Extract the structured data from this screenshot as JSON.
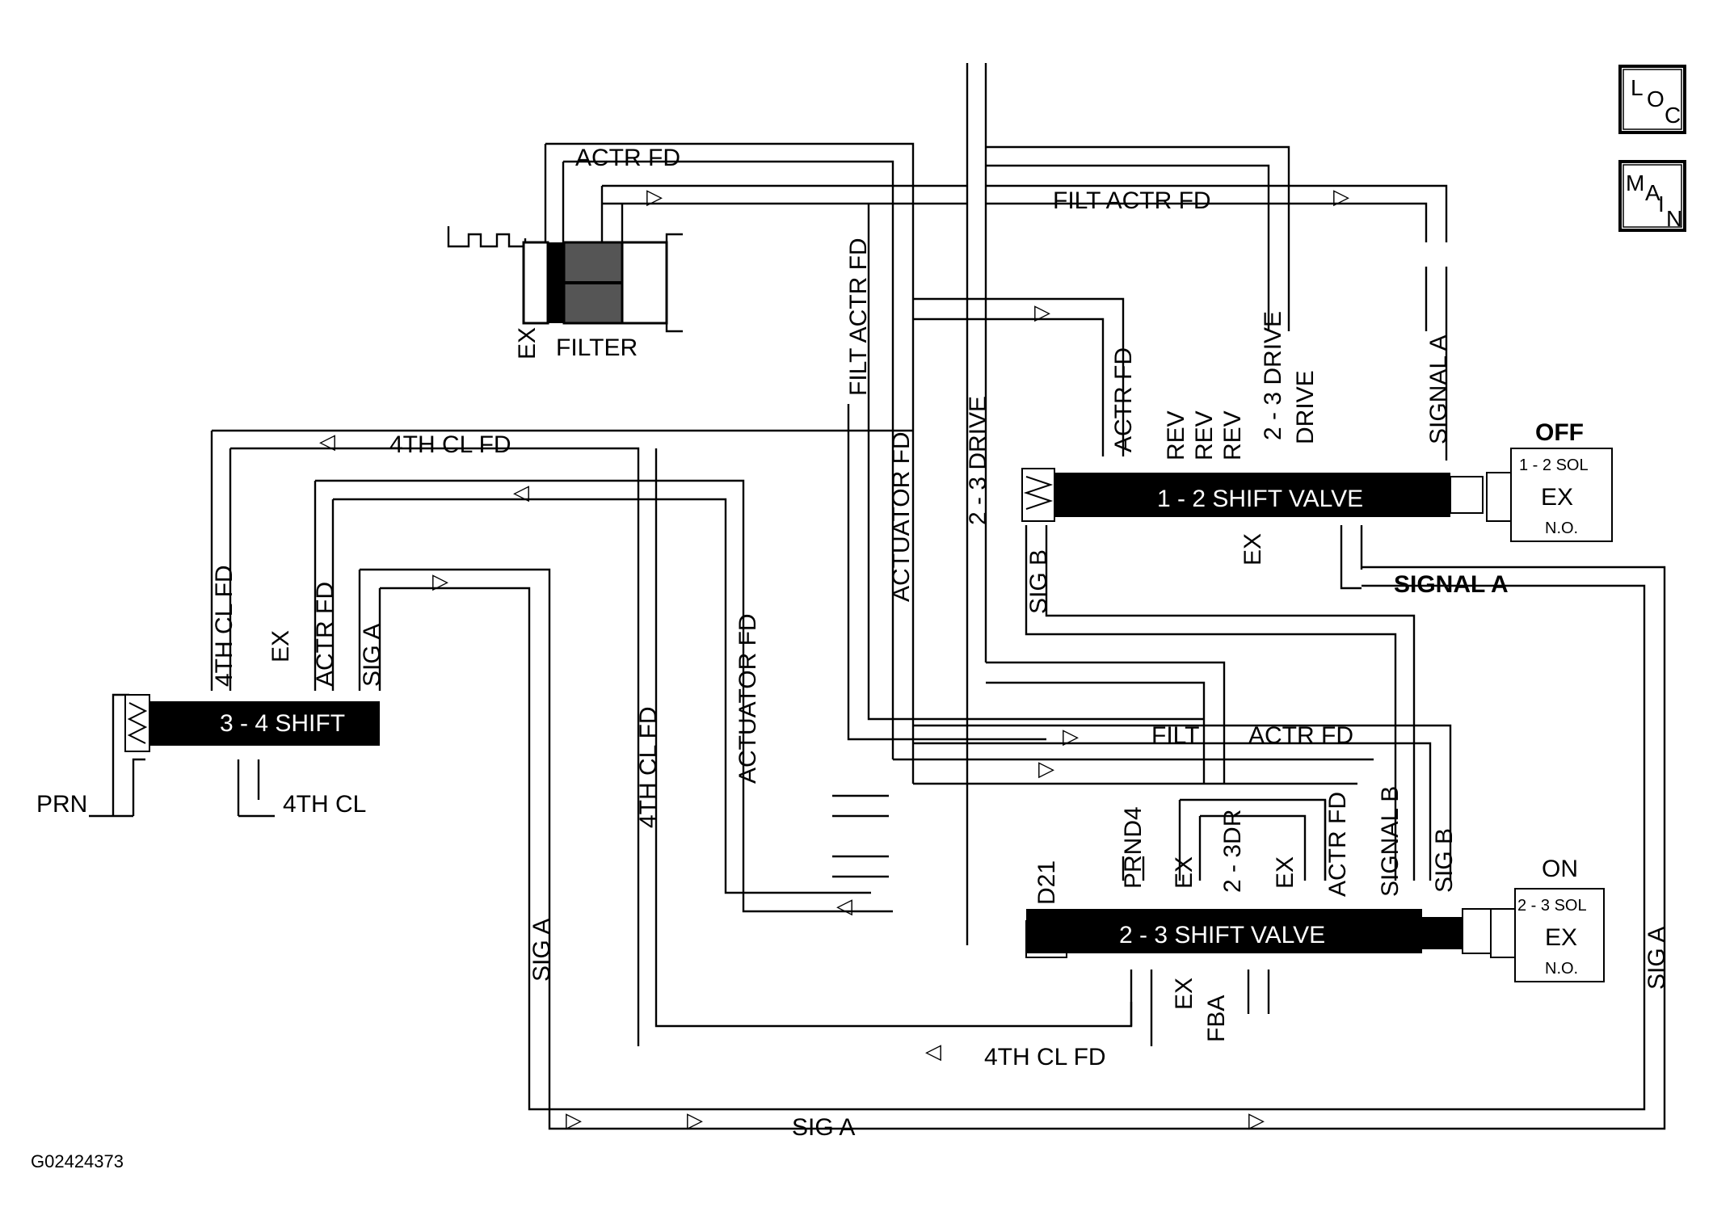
{
  "figure_id": "G02424373",
  "nav": {
    "loc": [
      "L",
      "O",
      "C"
    ],
    "main": [
      "M",
      "A",
      "I",
      "N"
    ]
  },
  "valves": {
    "shift_1_2": "1 - 2 SHIFT VALVE",
    "shift_2_3": "2 - 3 SHIFT VALVE",
    "shift_3_4": "3 - 4 SHIFT"
  },
  "solenoids": {
    "sol_1_2": {
      "state": "OFF",
      "name": "1 - 2 SOL",
      "ex": "EX",
      "type": "N.O."
    },
    "sol_2_3": {
      "state": "ON",
      "name": "2 - 3 SOL",
      "ex": "EX",
      "type": "N.O."
    }
  },
  "filter": {
    "label": "FILTER",
    "ex": "EX"
  },
  "labels": {
    "actr_fd": "ACTR FD",
    "filt_actr_fd": "FILT ACTR FD",
    "filt_actr_fd_v": "FILT ACTR FD",
    "actuator_fd_v": "ACTUATOR FD",
    "drive_2_3_v": "2 - 3 DRIVE",
    "drive_2_3_top": "2 - 3 DRIVE",
    "actr_fd_v1": "ACTR FD",
    "rev1": "REV",
    "rev2": "REV",
    "rev3": "REV",
    "drive": "DRIVE",
    "signal_a_v": "SIGNAL A",
    "signal_a_h": "SIGNAL A",
    "sig_b_v": "SIG B",
    "ex_12": "EX",
    "th4_cl_fd_top": "4TH CL FD",
    "th4_cl_fd_v": "4TH CL FD",
    "actr_fd_34": "ACTR FD",
    "ex_34": "EX",
    "sig_a_34": "SIG A",
    "th4_cl_fd_mid": "4TH CL FD",
    "actuator_fd_mid": "ACTUATOR FD",
    "prn": "PRN",
    "th4_cl": "4TH CL",
    "sig_a_v_left": "SIG A",
    "filt": "FILT",
    "actr_fd_h2": "ACTR FD",
    "d21": "D21",
    "prnd4": "PRND4",
    "ex_a": "EX",
    "dr_2_3": "2 - 3DR",
    "ex_b": "EX",
    "actr_fd_v2": "ACTR FD",
    "signal_b_v": "SIGNAL B",
    "sig_b_v2": "SIG B",
    "ex_c": "EX",
    "fba": "FBA",
    "th4_cl_fd_bottom": "4TH CL FD",
    "sig_a_bottom": "SIG A",
    "sig_a_v_right": "SIG A"
  }
}
